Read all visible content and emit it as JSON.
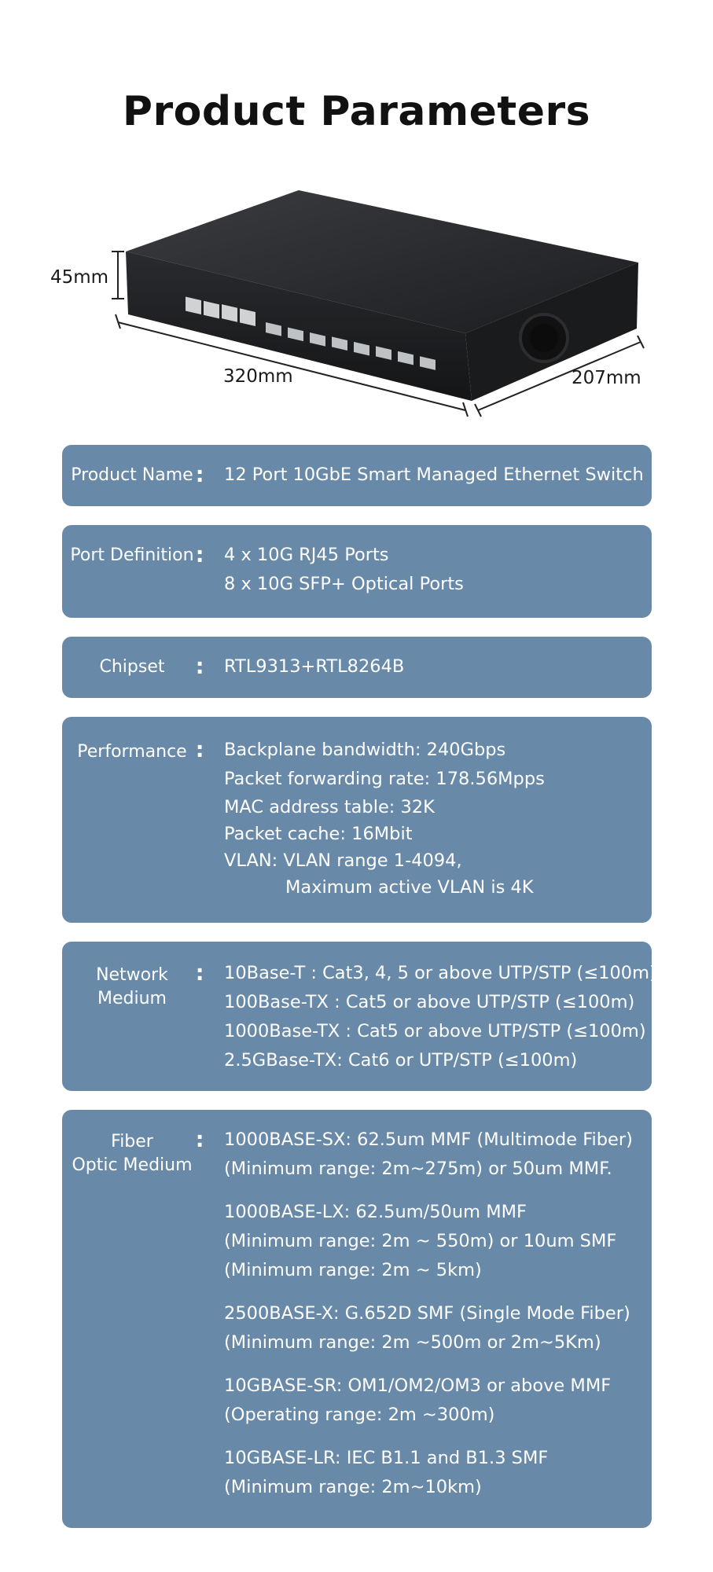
{
  "page": {
    "title": "Product Parameters"
  },
  "dimensions": {
    "height": "45mm",
    "length": "320mm",
    "width": "207mm"
  },
  "params": [
    {
      "label_lines": [
        "Product Name"
      ],
      "values": [
        "12 Port 10GbE Smart Managed Ethernet Switch"
      ]
    },
    {
      "label_lines": [
        "Port Definition"
      ],
      "values": [
        "4 x 10G RJ45 Ports",
        "8 x 10G SFP+ Optical Ports"
      ]
    },
    {
      "label_lines": [
        "Chipset"
      ],
      "values": [
        "RTL9313+RTL8264B"
      ]
    },
    {
      "label_lines": [
        "Performance"
      ],
      "values": [
        "Backplane bandwidth: 240Gbps",
        "Packet forwarding rate: 178.56Mpps",
        "MAC address table: 32K",
        "Packet cache: 16Mbit",
        "VLAN: VLAN range 1-4094,",
        "Maximum active VLAN is 4K"
      ]
    },
    {
      "label_lines": [
        "Network",
        "Medium"
      ],
      "values": [
        "10Base-T : Cat3, 4, 5 or above UTP/STP (≤100m)",
        "100Base-TX : Cat5 or above UTP/STP (≤100m)",
        "1000Base-TX : Cat5 or above UTP/STP (≤100m)",
        "2.5GBase-TX: Cat6 or UTP/STP (≤100m)"
      ]
    },
    {
      "label_lines": [
        "Fiber",
        "Optic Medium"
      ],
      "groups": [
        [
          "1000BASE-SX: 62.5um MMF (Multimode Fiber)",
          "(Minimum range: 2m~275m) or 50um MMF."
        ],
        [
          "1000BASE-LX: 62.5um/50um MMF",
          "(Minimum range: 2m ~ 550m) or 10um SMF",
          "(Minimum range: 2m ~ 5km)"
        ],
        [
          "2500BASE-X: G.652D SMF (Single Mode Fiber)",
          "(Minimum range: 2m ~500m or 2m~5Km)"
        ],
        [
          "10GBASE-SR: OM1/OM2/OM3 or above MMF",
          "(Operating range: 2m ~300m)"
        ],
        [
          "10GBASE-LR: IEC B1.1 and B1.3 SMF",
          "(Minimum range: 2m~10km)"
        ]
      ]
    }
  ],
  "colors": {
    "card": "#6889a8",
    "text": "#ffffff",
    "title": "#111111"
  }
}
